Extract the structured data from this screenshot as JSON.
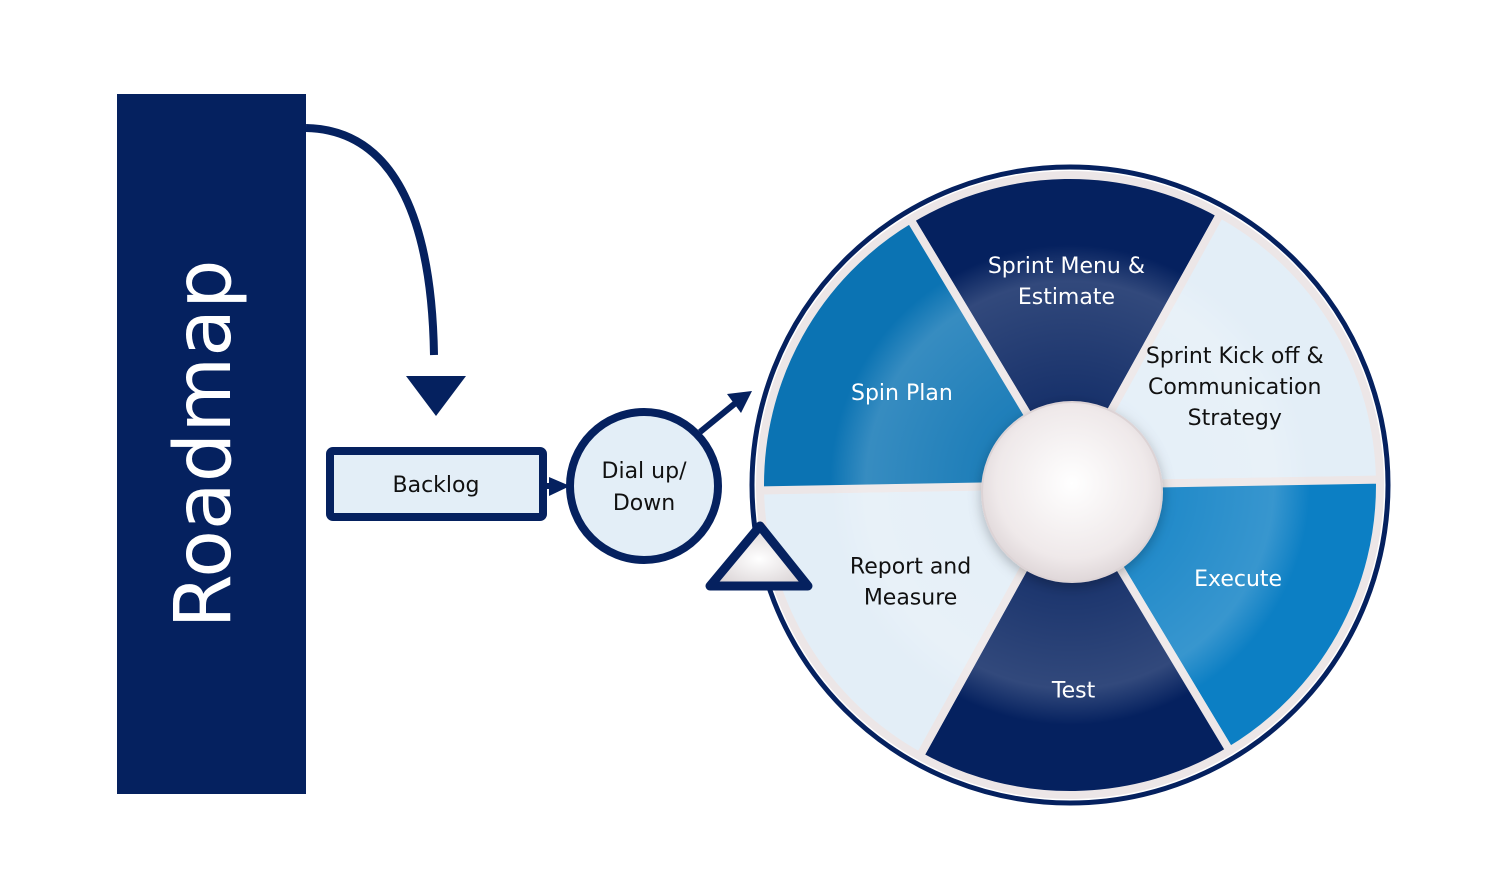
{
  "roadmap": {
    "label": "Roadmap"
  },
  "backlog": {
    "label": "Backlog"
  },
  "dial": {
    "line1": "Dial up/",
    "line2": "Down"
  },
  "wheel": {
    "segments": [
      {
        "id": "sprint-menu",
        "lines": [
          "Sprint Menu &",
          "Estimate"
        ],
        "fill": "#05215f",
        "text_color": "#ffffff"
      },
      {
        "id": "sprint-kickoff",
        "lines": [
          "Sprint Kick off &",
          "Communication",
          "Strategy"
        ],
        "fill": "#e3eef7",
        "text_color": "#111111"
      },
      {
        "id": "execute",
        "lines": [
          "Execute"
        ],
        "fill": "#0c7fc4",
        "text_color": "#ffffff"
      },
      {
        "id": "test",
        "lines": [
          "Test"
        ],
        "fill": "#05215f",
        "text_color": "#ffffff"
      },
      {
        "id": "report-measure",
        "lines": [
          "Report and",
          "Measure"
        ],
        "fill": "#e3eef7",
        "text_color": "#111111"
      },
      {
        "id": "spin-plan",
        "lines": [
          "Spin Plan"
        ],
        "fill": "#0b73b3",
        "text_color": "#ffffff"
      }
    ]
  },
  "colors": {
    "navy": "#05215f",
    "light_fill": "#e3eef7",
    "hub": "#f1ecec"
  }
}
